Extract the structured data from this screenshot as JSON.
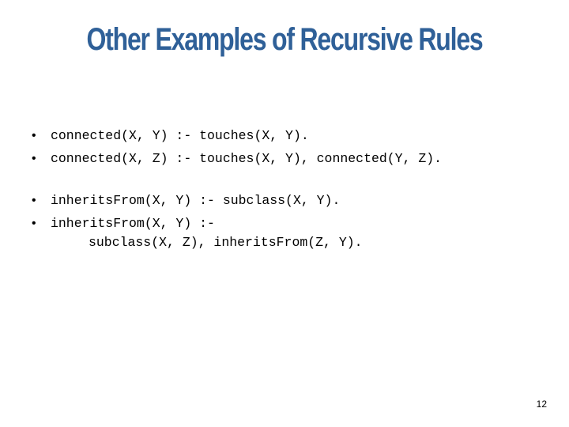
{
  "slide": {
    "title": "Other Examples of Recursive Rules",
    "bullets": [
      {
        "marker": "•",
        "text": "connected(X, Y) :- touches(X, Y)."
      },
      {
        "marker": "•",
        "text": "connected(X, Z) :- touches(X, Y), connected(Y, Z)."
      },
      {
        "marker": "•",
        "text": "inheritsFrom(X, Y) :- subclass(X, Y)."
      },
      {
        "marker": "•",
        "text": "inheritsFrom(X, Y) :-",
        "continuation": "subclass(X, Z), inheritsFrom(Z, Y)."
      }
    ],
    "page_number": "12"
  },
  "colors": {
    "title": "#2f6098",
    "text": "#000000",
    "background": "#ffffff"
  }
}
